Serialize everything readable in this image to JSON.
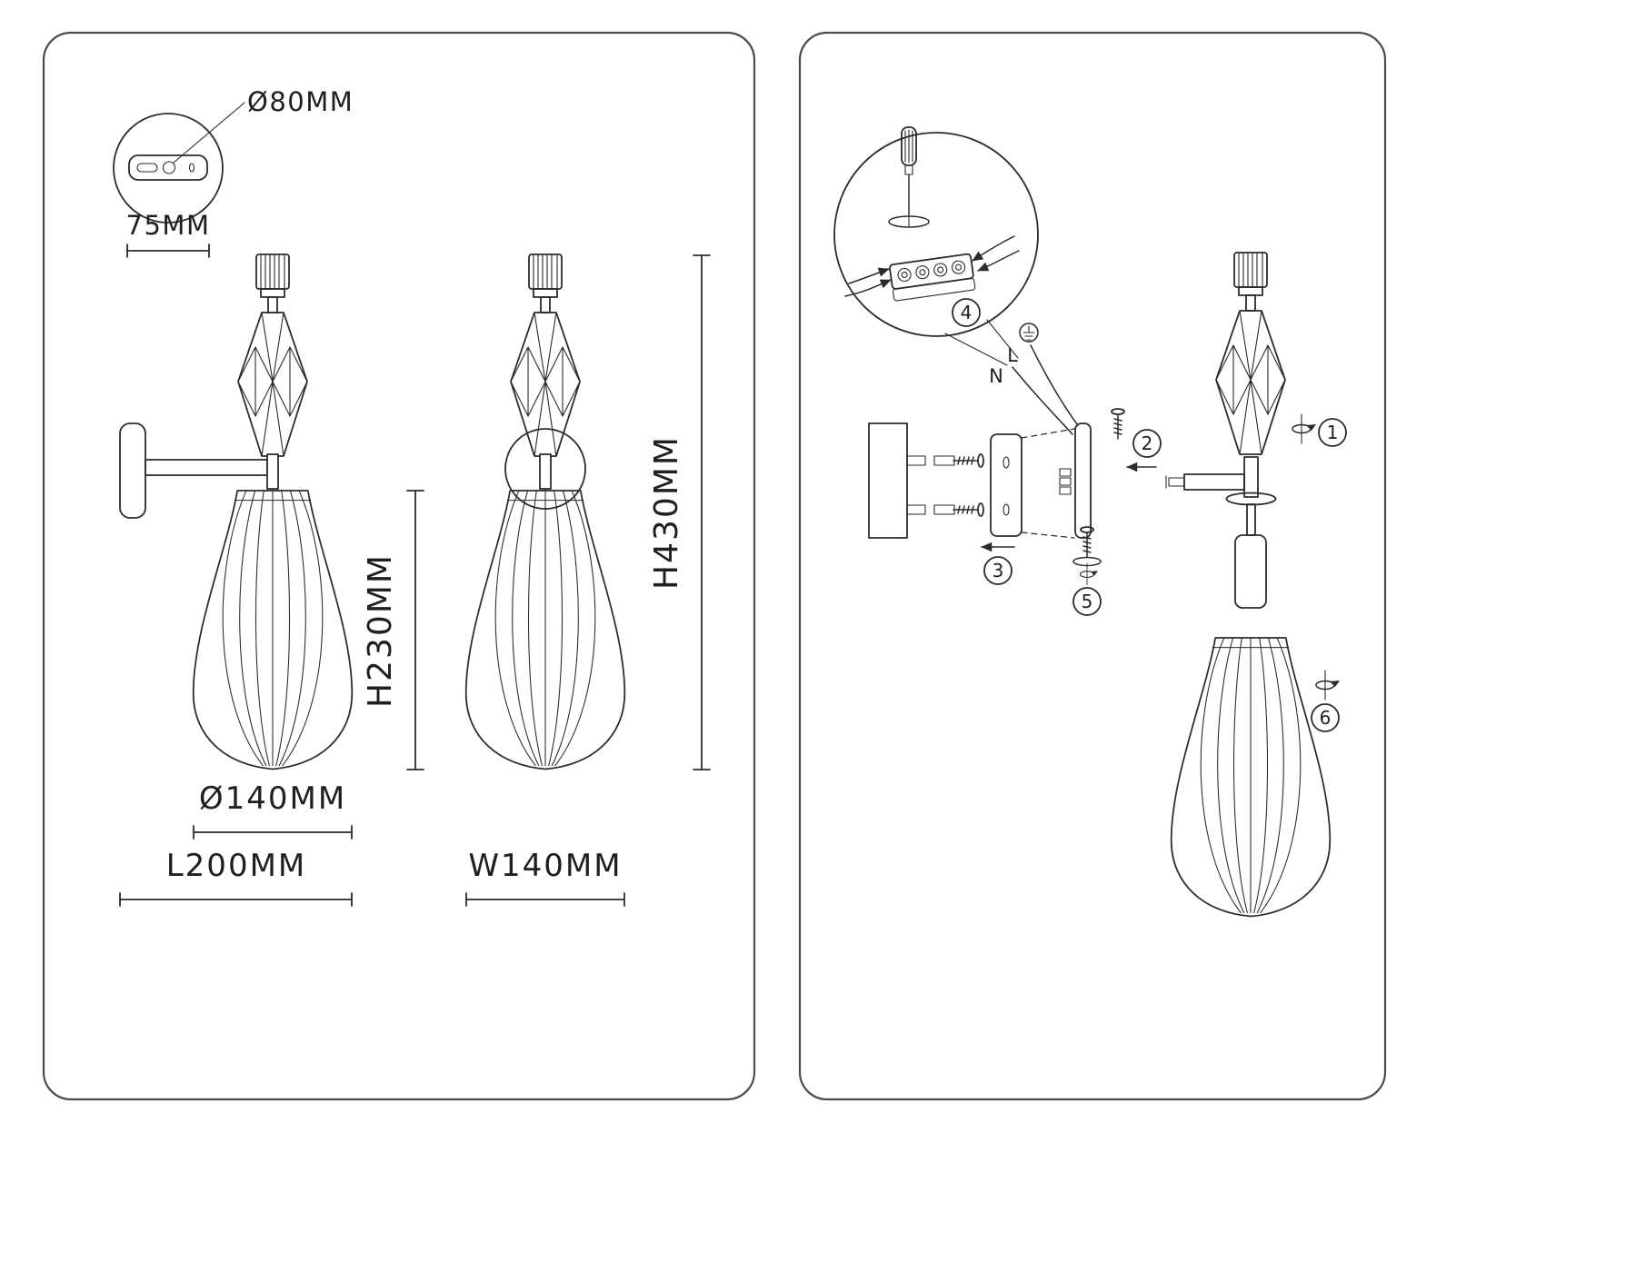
{
  "left_panel": {
    "labels": {
      "plate_diameter": "Ø80MM",
      "plate_width": "75MM",
      "shade_height": "H230MM",
      "total_height": "H430MM",
      "shade_diameter": "Ø140MM",
      "fixture_length": "L200MM",
      "fixture_width": "W140MM"
    }
  },
  "right_panel": {
    "wiring": {
      "live": "L",
      "neutral": "N"
    },
    "steps": [
      "1",
      "2",
      "3",
      "4",
      "5",
      "6"
    ]
  }
}
